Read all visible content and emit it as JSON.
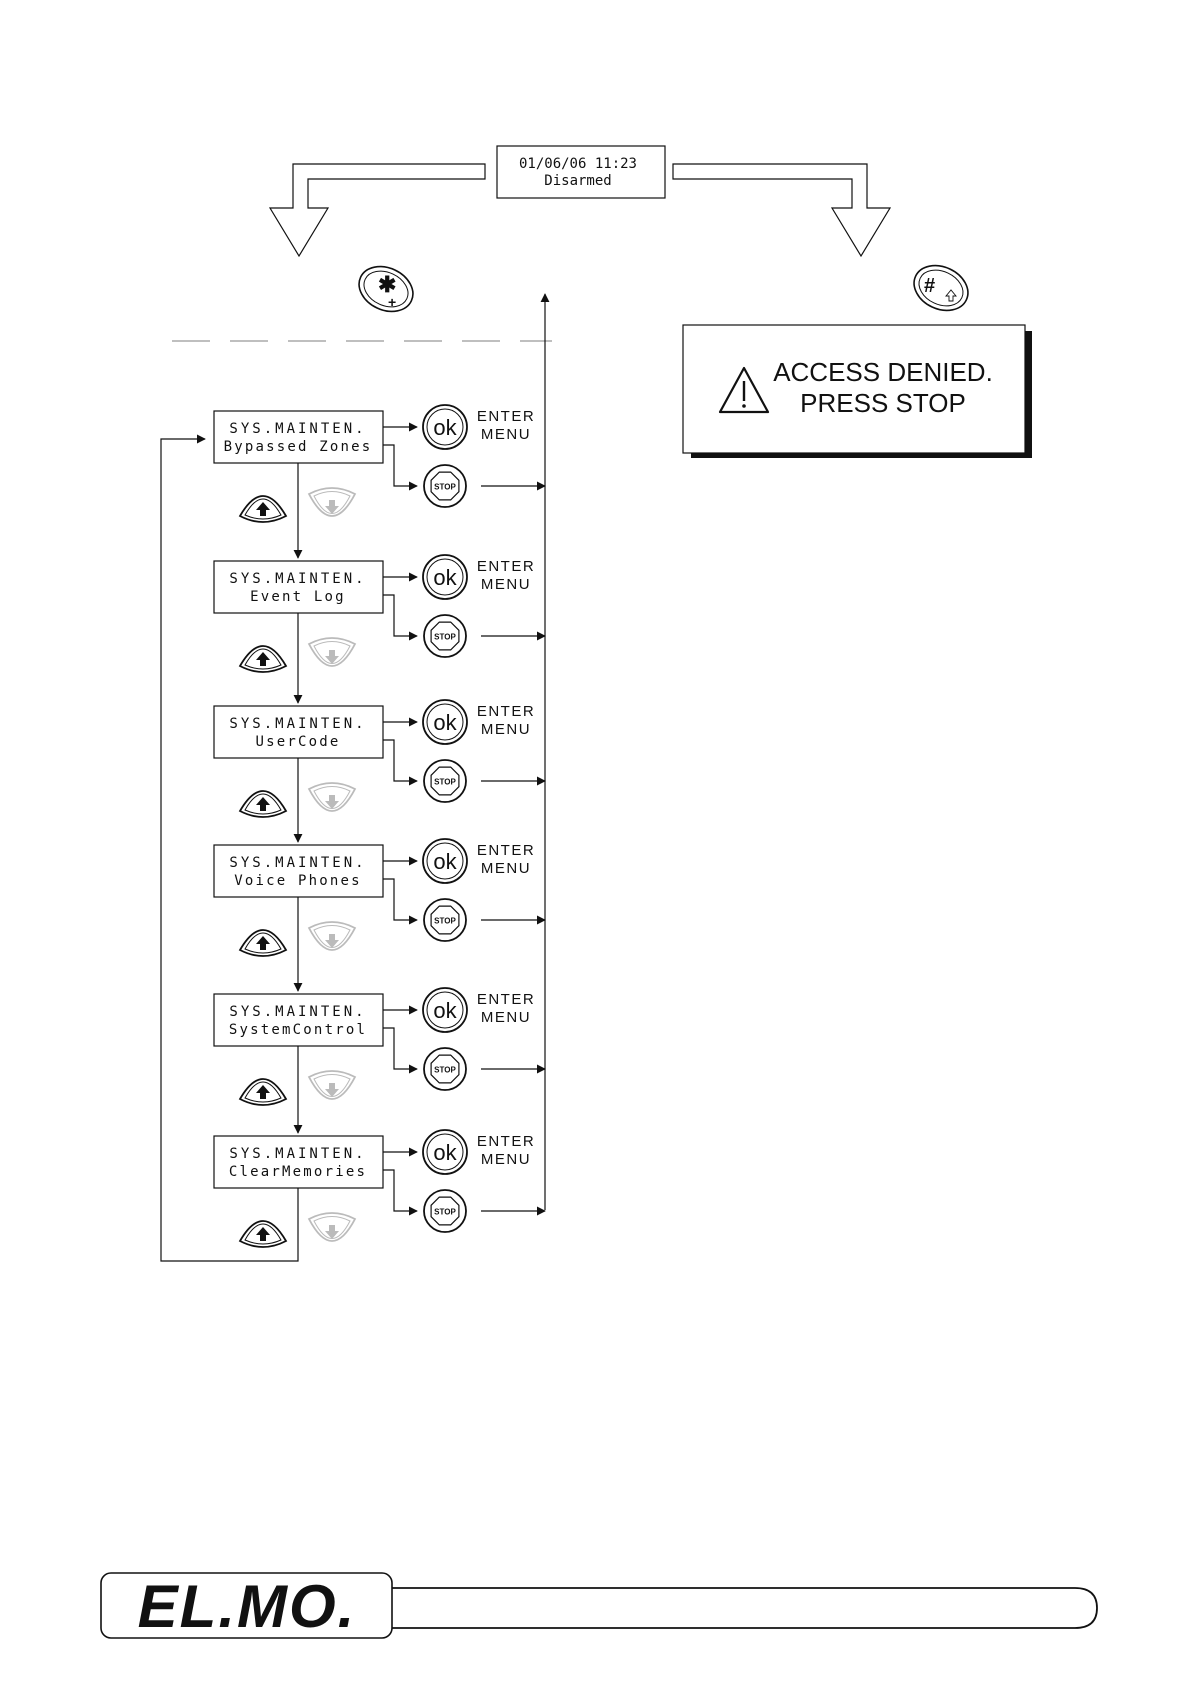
{
  "status_display": {
    "line1": "01/06/06 11:23",
    "line2": "Disarmed"
  },
  "keys": {
    "star": {
      "icon": "star-plus-key-icon"
    },
    "hash": {
      "icon": "hash-shift-key-icon"
    },
    "ok_label": "ok",
    "stop_label": "STOP",
    "up_icon": "up-arrow-key-icon",
    "down_icon": "down-arrow-key-icon"
  },
  "access_denied": {
    "line1": "ACCESS DENIED.",
    "line2": "PRESS STOP",
    "icon": "warning-triangle-icon"
  },
  "enter_menu": {
    "line1": "ENTER",
    "line2": "MENU"
  },
  "menu_items": [
    {
      "line1": "SYS.MAINTEN.",
      "line2": "Bypassed Zones"
    },
    {
      "line1": "SYS.MAINTEN.",
      "line2": "Event Log"
    },
    {
      "line1": "SYS.MAINTEN.",
      "line2": "UserCode"
    },
    {
      "line1": "SYS.MAINTEN.",
      "line2": "Voice Phones"
    },
    {
      "line1": "SYS.MAINTEN.",
      "line2": "SystemControl"
    },
    {
      "line1": "SYS.MAINTEN.",
      "line2": "ClearMemories"
    }
  ],
  "brand": {
    "logo_text": "EL.MO."
  },
  "colors": {
    "stroke": "#111111",
    "disabled": "#bbbbbb",
    "dash": "#999999"
  }
}
